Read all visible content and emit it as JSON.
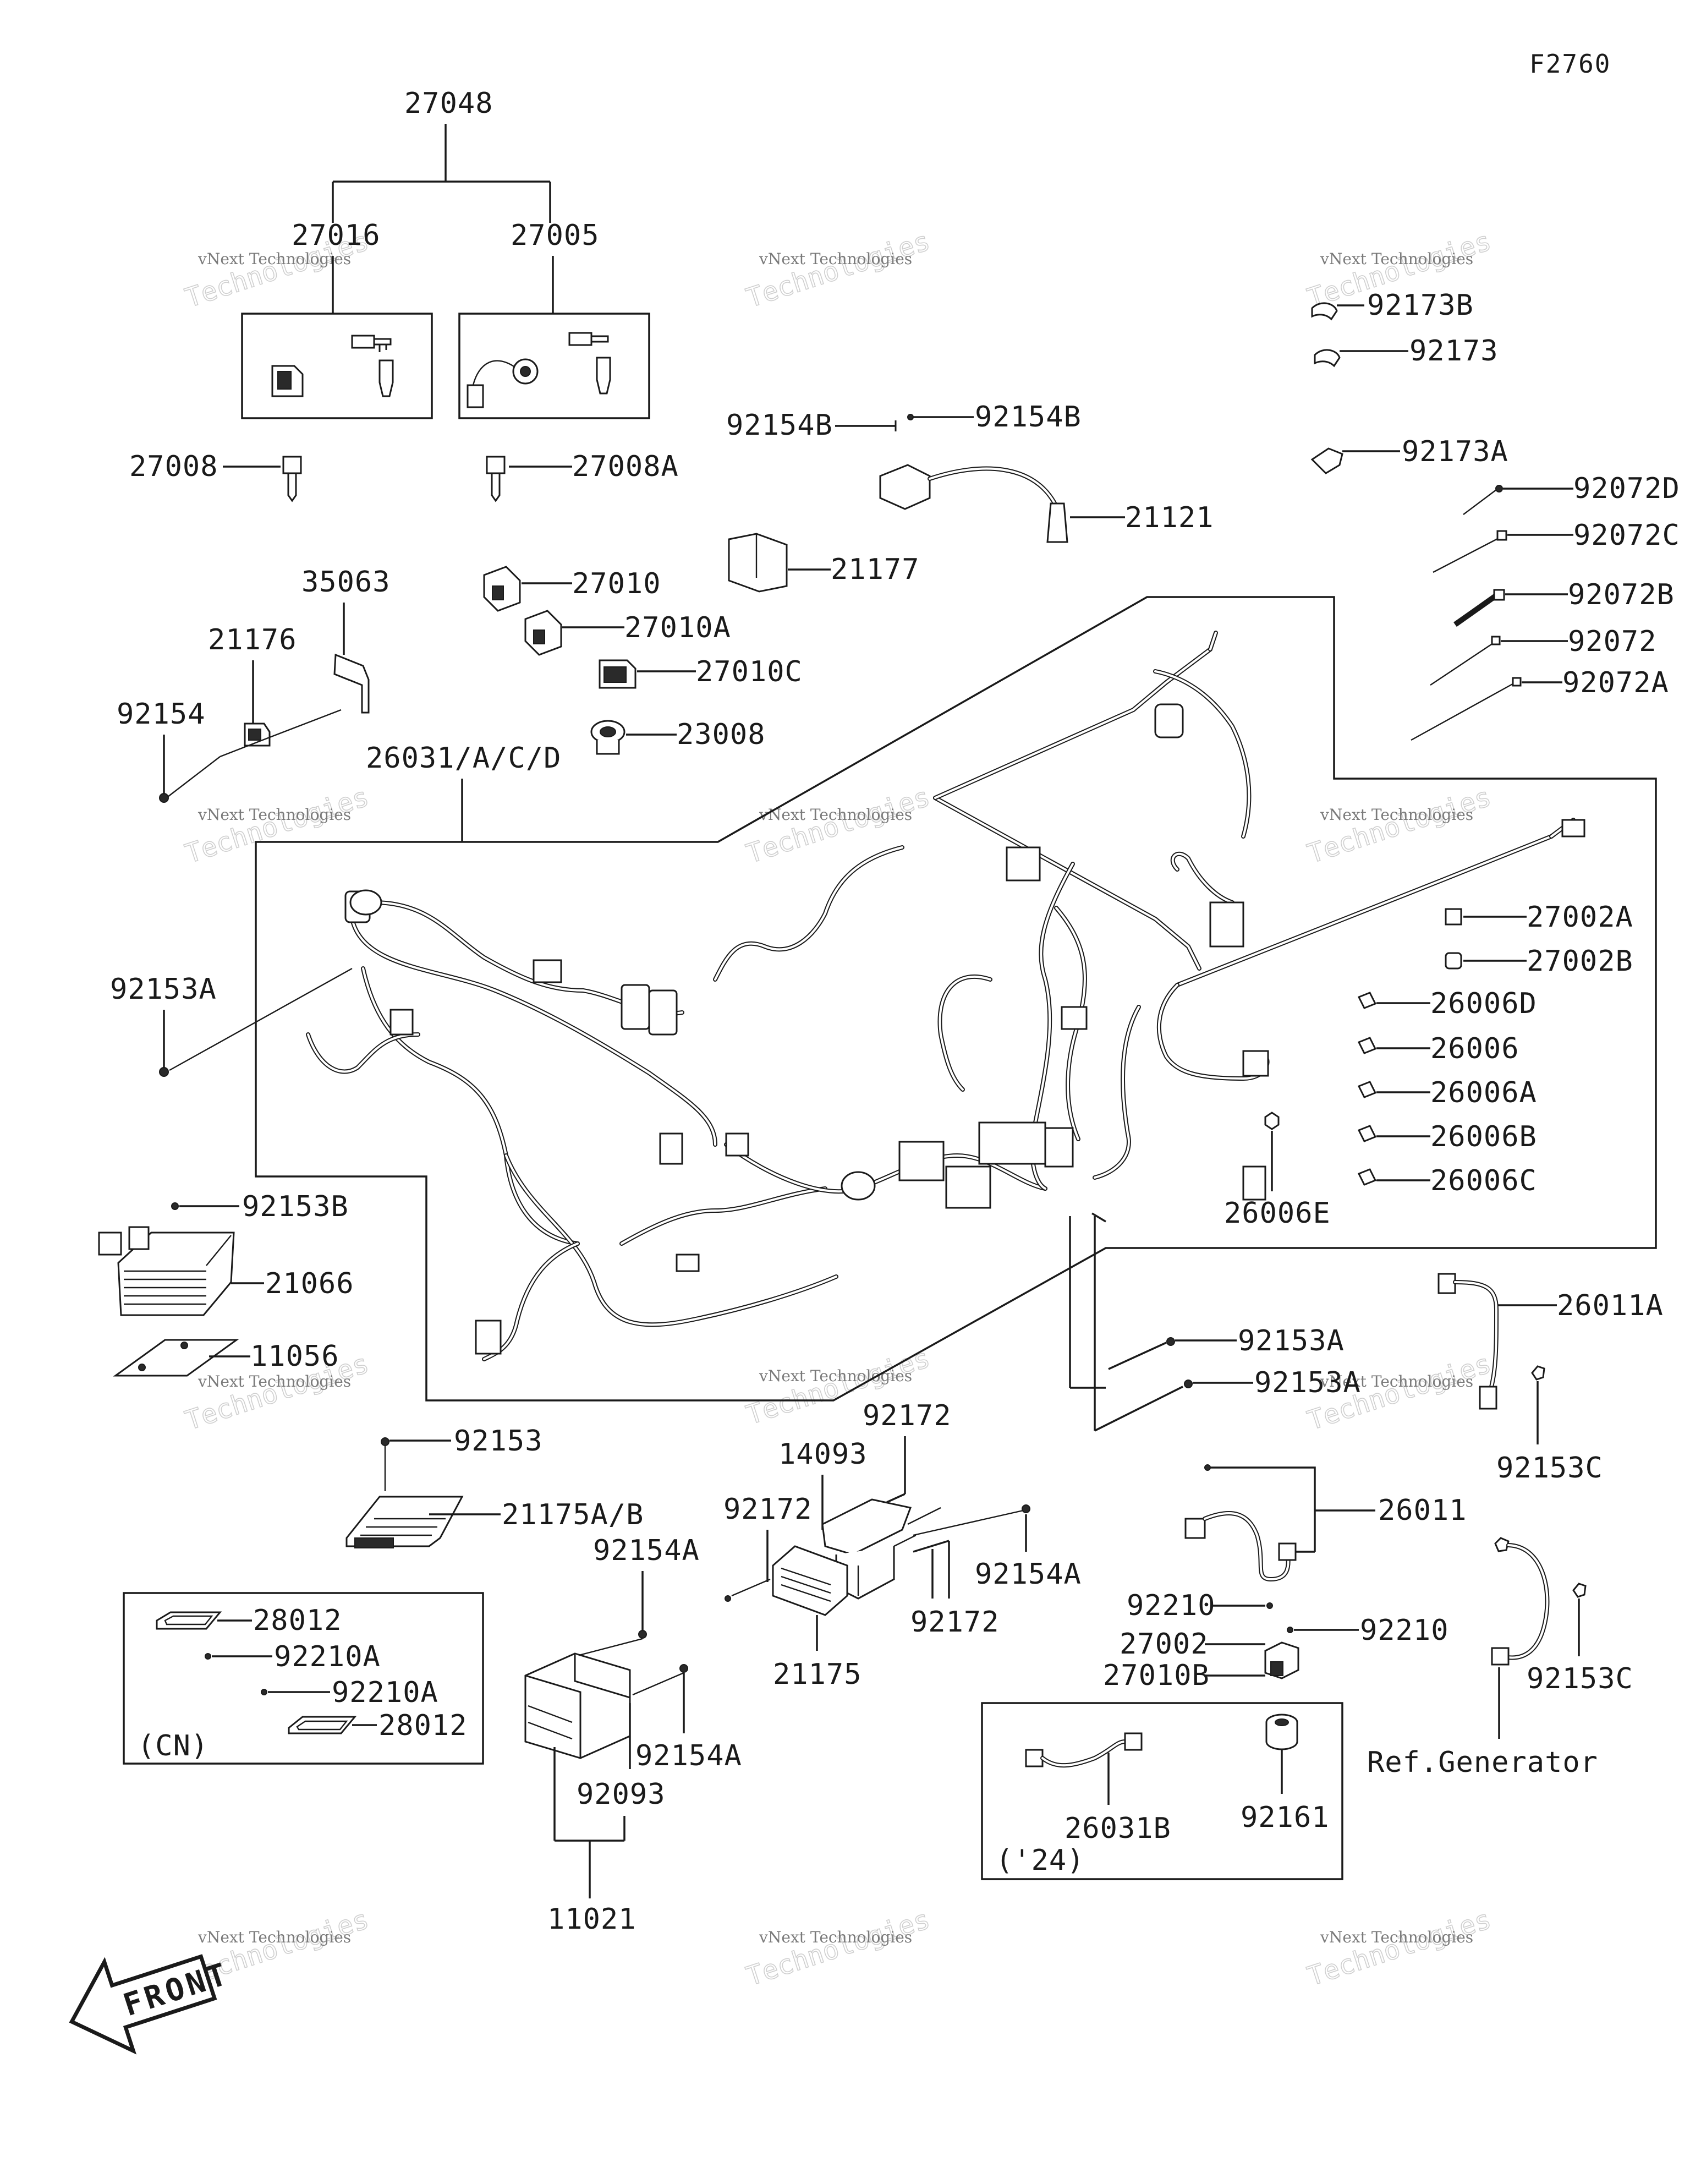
{
  "page_code": "F2760",
  "watermark": {
    "line1": "vNext Technologies",
    "line2": "Technologies"
  },
  "front_label": "FRONT",
  "labels": {
    "p27048": "27048",
    "p27016": "27016",
    "p27005": "27005",
    "p27008": "27008",
    "p27008A": "27008A",
    "p92154B_left": "92154B",
    "p92154B_right": "92154B",
    "p21121": "21121",
    "p21177": "21177",
    "p35063": "35063",
    "p27010": "27010",
    "p27010A": "27010A",
    "p27010C": "27010C",
    "p21176": "21176",
    "p92154": "92154",
    "p23008": "23008",
    "p26031ACD": "26031/A/C/D",
    "p92173B": "92173B",
    "p92173": "92173",
    "p92173A": "92173A",
    "p92072D": "92072D",
    "p92072C": "92072C",
    "p92072B": "92072B",
    "p92072": "92072",
    "p92072A": "92072A",
    "p27002A": "27002A",
    "p27002B": "27002B",
    "p26006D": "26006D",
    "p26006": "26006",
    "p26006A": "26006A",
    "p26006B": "26006B",
    "p26006C": "26006C",
    "p26006E": "26006E",
    "p92153A_left": "92153A",
    "p92153B": "92153B",
    "p21066": "21066",
    "p11056": "11056",
    "p26011A": "26011A",
    "p92153A_mid1": "92153A",
    "p92153A_mid2": "92153A",
    "p92153C_top": "92153C",
    "p92153": "92153",
    "p21175AB": "21175A/B",
    "p92172_top": "92172",
    "p14093": "14093",
    "p92172_left": "92172",
    "p92154A_right": "92154A",
    "p92172_bottom": "92172",
    "p21175": "21175",
    "p26011": "26011",
    "p92210_a": "92210",
    "p92210_b": "92210",
    "p27002": "27002",
    "p27010B": "27010B",
    "p92153C_bottom": "92153C",
    "p92154A_top": "92154A",
    "p92154A_bottom": "92154A",
    "p92093": "92093",
    "p11021": "11021",
    "p28012_a": "28012",
    "p92210A_a": "92210A",
    "p92210A_b": "92210A",
    "p28012_b": "28012",
    "cn_note": "(CN)",
    "p26031B": "26031B",
    "p92161": "92161",
    "year_note": "('24)",
    "ref_generator": "Ref.Generator"
  }
}
